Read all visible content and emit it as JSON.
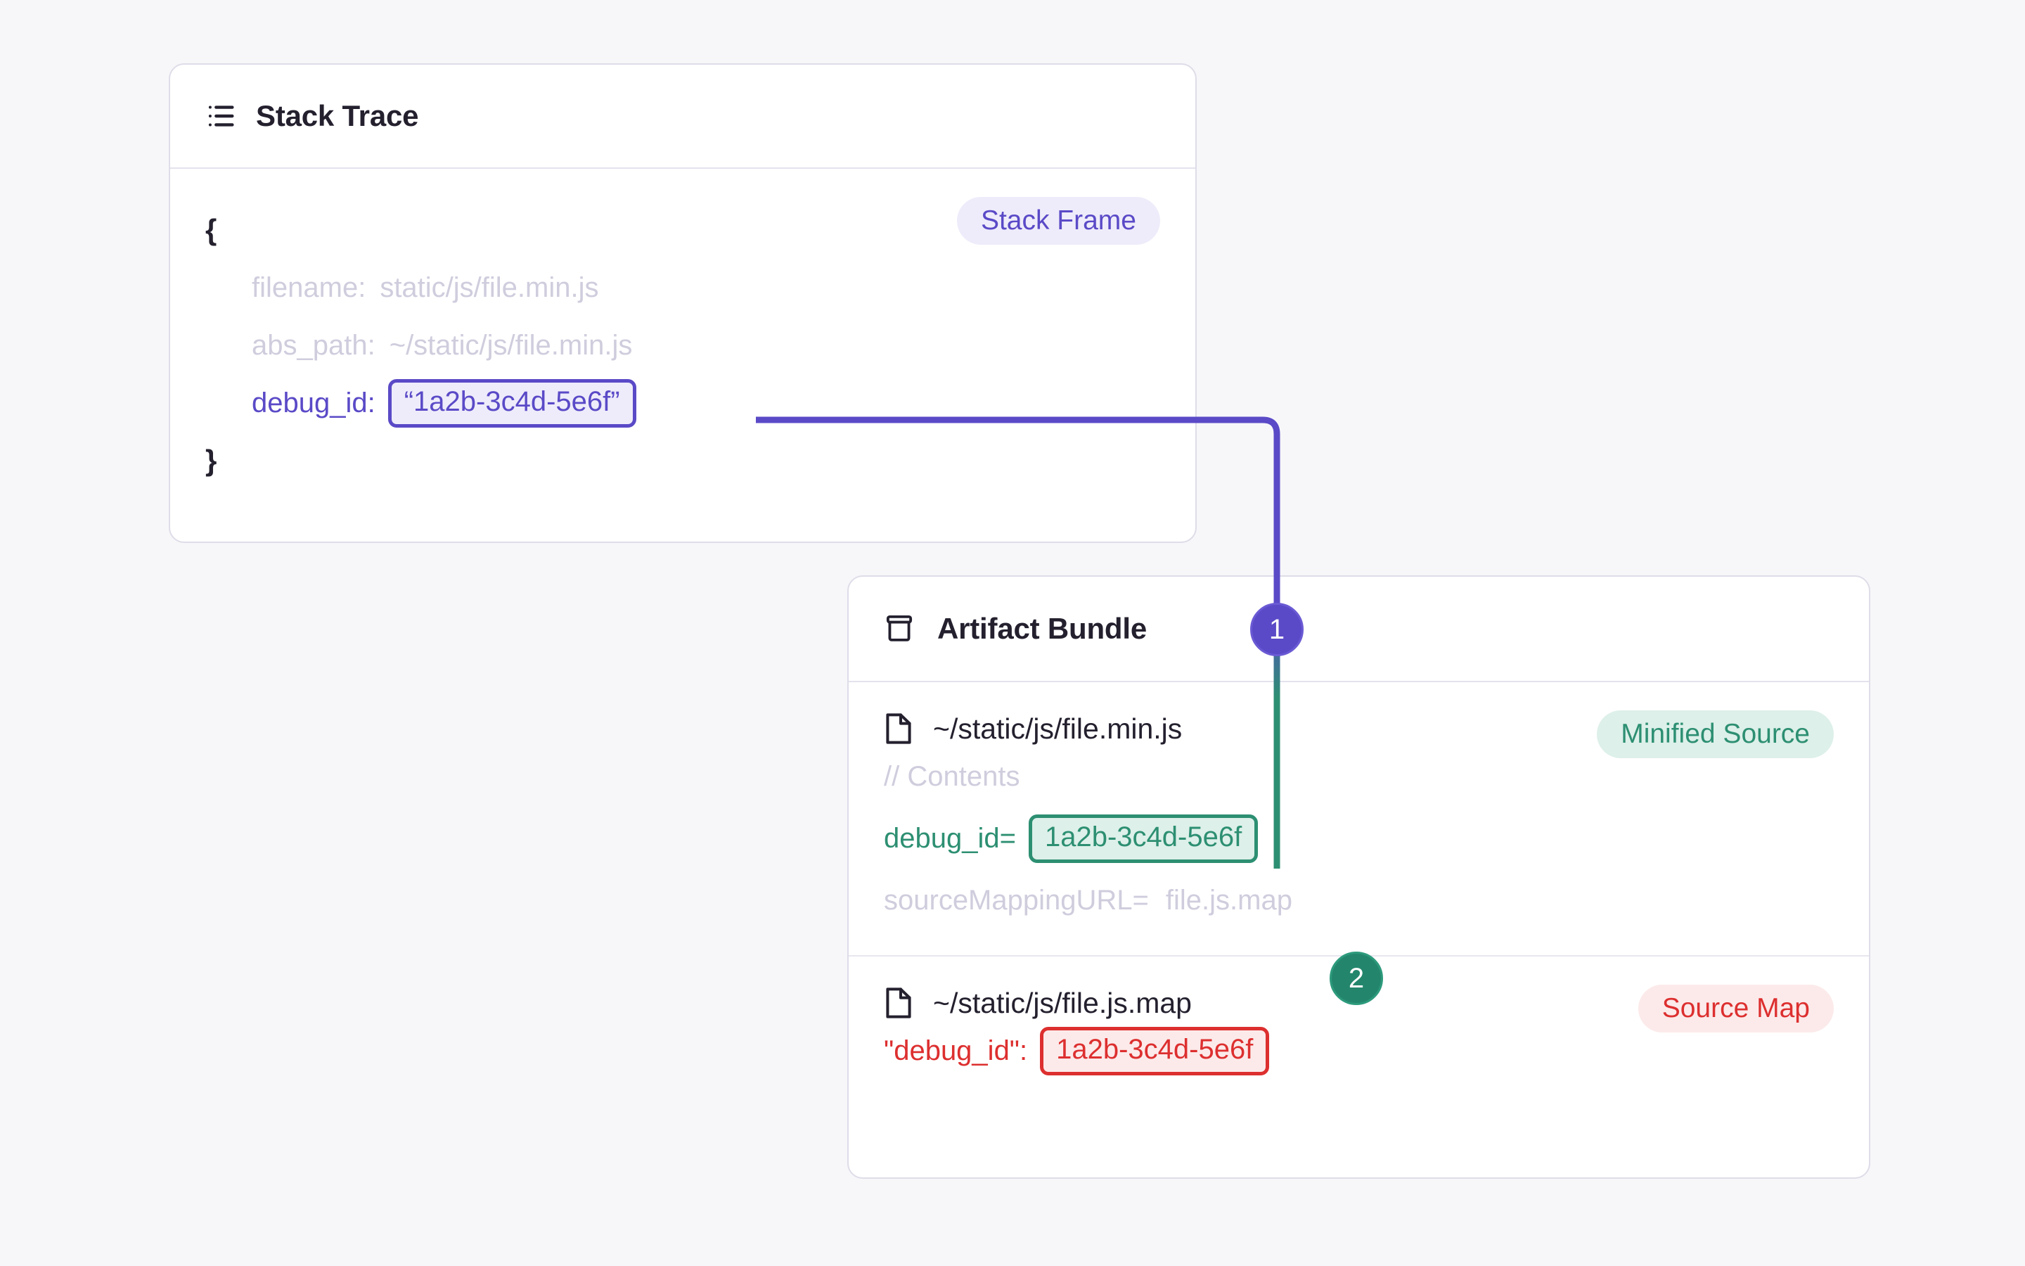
{
  "page": {
    "background": "#f7f7fa",
    "accent_purple": "#5a4ac7",
    "accent_green": "#2d8f72",
    "accent_red": "#dd2f2f"
  },
  "stack_trace_card": {
    "title": "Stack Trace",
    "icon": "list-icon",
    "badge": "Stack Frame",
    "open_brace": "{",
    "close_brace": "}",
    "fields": [
      {
        "key": "filename:",
        "value": "static/js/file.min.js",
        "active": false
      },
      {
        "key": "abs_path:",
        "value": "~/static/js/file.min.js",
        "active": false
      },
      {
        "key": "debug_id:",
        "value": "“1a2b-3c4d-5e6f”",
        "active": true
      }
    ]
  },
  "artifact_bundle_card": {
    "title": "Artifact Bundle",
    "icon": "archive-icon",
    "sections": [
      {
        "file_icon": "file-icon",
        "file_name": "~/static/js/file.min.js",
        "badge": "Minified Source",
        "badge_color": "green",
        "lines": [
          {
            "type": "comment",
            "text": "// Contents"
          },
          {
            "type": "kv-chip-green",
            "label": "debug_id=",
            "value": "1a2b-3c4d-5e6f"
          },
          {
            "type": "kv-muted",
            "label": "sourceMappingURL=",
            "value": "file.js.map"
          }
        ]
      },
      {
        "file_icon": "file-icon",
        "file_name": "~/static/js/file.js.map",
        "badge": "Source Map",
        "badge_color": "red",
        "lines": [
          {
            "type": "kv-chip-red",
            "label": "\"debug_id\":",
            "value": "1a2b-3c4d-5e6f"
          }
        ]
      }
    ]
  },
  "steps": [
    {
      "number": "1",
      "color": "#5a4ac7"
    },
    {
      "number": "2",
      "color": "#23866c"
    }
  ]
}
